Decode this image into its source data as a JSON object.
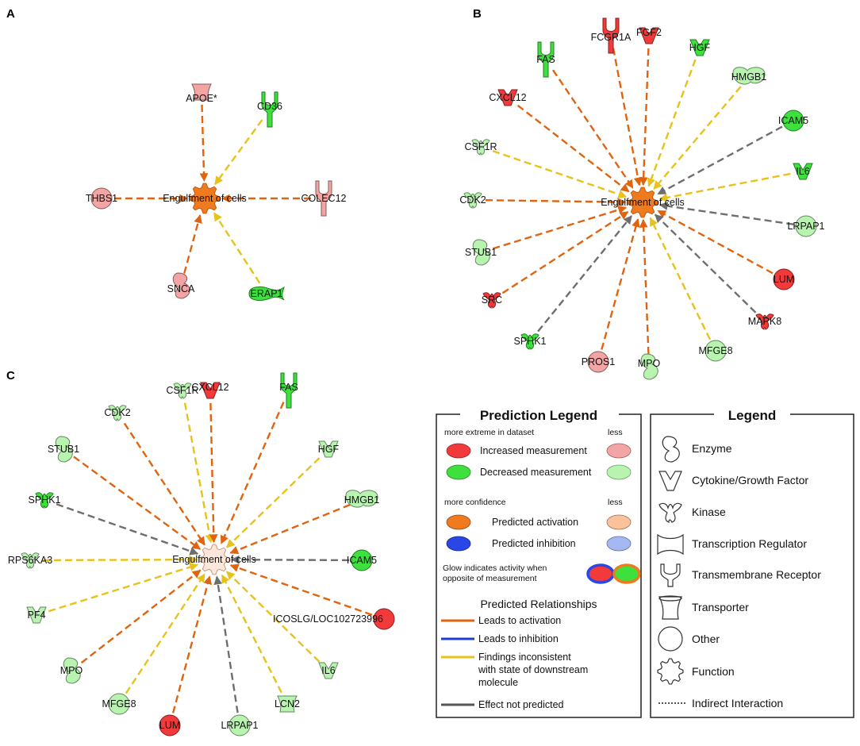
{
  "colors": {
    "orange_edge": "#e0640f",
    "yellow_edge": "#e6c21a",
    "gray_edge": "#6e6e6e",
    "blue_edge": "#1f3ccc",
    "red_strong": "#f23a3a",
    "red_light": "#f3a5a5",
    "green_strong": "#3de03d",
    "green_light": "#b8f3b0",
    "orange_strong": "#f07a1e",
    "orange_light": "#f9c29a",
    "blue_strong": "#2a46e6",
    "blue_light": "#a5b8f2",
    "function_pale": "#fde6da"
  },
  "panels": {
    "A": {
      "letter": "A",
      "function_label": "Engulfment of cells",
      "function_fill": "orange_strong",
      "nodes": [
        {
          "label": "APOE*",
          "shape": "transporter",
          "color": "red_light",
          "edge": "orange_edge"
        },
        {
          "label": "CD36",
          "shape": "receptor",
          "color": "green_strong",
          "edge": "yellow_edge"
        },
        {
          "label": "THBS1",
          "shape": "other",
          "color": "red_light",
          "edge": "orange_edge"
        },
        {
          "label": "COLEC12",
          "shape": "receptor",
          "color": "red_light",
          "edge": "orange_edge"
        },
        {
          "label": "SNCA",
          "shape": "enzyme",
          "color": "red_light",
          "edge": "orange_edge"
        },
        {
          "label": "ERAP1",
          "shape": "peptidase",
          "color": "green_strong",
          "edge": "yellow_edge"
        }
      ]
    },
    "B": {
      "letter": "B",
      "function_label": "Engulfment of cells",
      "function_fill": "orange_strong",
      "nodes": [
        {
          "label": "FCGR1A",
          "shape": "receptor",
          "color": "red_strong",
          "edge": "orange_edge"
        },
        {
          "label": "FGF2",
          "shape": "cytokine",
          "color": "red_strong",
          "edge": "orange_edge"
        },
        {
          "label": "HGF",
          "shape": "cytokine",
          "color": "green_strong",
          "edge": "yellow_edge"
        },
        {
          "label": "HMGB1",
          "shape": "tr",
          "color": "green_light",
          "edge": "yellow_edge"
        },
        {
          "label": "FAS",
          "shape": "receptor",
          "color": "green_strong",
          "edge": "orange_edge"
        },
        {
          "label": "CXCL12",
          "shape": "cytokine",
          "color": "red_strong",
          "edge": "orange_edge"
        },
        {
          "label": "ICAM5",
          "shape": "other",
          "color": "green_strong",
          "edge": "gray_edge"
        },
        {
          "label": "CSF1R",
          "shape": "kinase",
          "color": "green_light",
          "edge": "yellow_edge"
        },
        {
          "label": "IL6",
          "shape": "cytokine",
          "color": "green_strong",
          "edge": "yellow_edge"
        },
        {
          "label": "CDK2",
          "shape": "kinase",
          "color": "green_light",
          "edge": "orange_edge"
        },
        {
          "label": "LRPAP1",
          "shape": "other",
          "color": "green_light",
          "edge": "gray_edge"
        },
        {
          "label": "STUB1",
          "shape": "enzyme",
          "color": "green_light",
          "edge": "orange_edge"
        },
        {
          "label": "LUM",
          "shape": "other",
          "color": "red_strong",
          "edge": "orange_edge"
        },
        {
          "label": "SRC",
          "shape": "kinase",
          "color": "red_strong",
          "edge": "orange_edge"
        },
        {
          "label": "MAPK8",
          "shape": "kinase",
          "color": "red_strong",
          "edge": "gray_edge"
        },
        {
          "label": "SPHK1",
          "shape": "kinase",
          "color": "green_strong",
          "edge": "gray_edge"
        },
        {
          "label": "PROS1",
          "shape": "other",
          "color": "red_light",
          "edge": "orange_edge"
        },
        {
          "label": "MPO",
          "shape": "enzyme",
          "color": "green_light",
          "edge": "orange_edge"
        },
        {
          "label": "MFGE8",
          "shape": "other",
          "color": "green_light",
          "edge": "yellow_edge"
        }
      ]
    },
    "C": {
      "letter": "C",
      "function_label": "Engulfment of cells",
      "function_fill": "function_pale",
      "nodes": [
        {
          "label": "CSF1R",
          "shape": "kinase",
          "color": "green_light",
          "edge": "yellow_edge"
        },
        {
          "label": "CXCL12",
          "shape": "cytokine",
          "color": "red_strong",
          "edge": "orange_edge"
        },
        {
          "label": "FAS",
          "shape": "receptor",
          "color": "green_strong",
          "edge": "orange_edge"
        },
        {
          "label": "CDK2",
          "shape": "kinase",
          "color": "green_light",
          "edge": "orange_edge"
        },
        {
          "label": "HGF",
          "shape": "cytokine",
          "color": "green_light",
          "edge": "yellow_edge"
        },
        {
          "label": "STUB1",
          "shape": "enzyme",
          "color": "green_light",
          "edge": "orange_edge"
        },
        {
          "label": "HMGB1",
          "shape": "tr",
          "color": "green_light",
          "edge": "orange_edge"
        },
        {
          "label": "SPHK1",
          "shape": "kinase",
          "color": "green_strong",
          "edge": "gray_edge"
        },
        {
          "label": "RPS6KA3",
          "shape": "kinase",
          "color": "green_light",
          "edge": "yellow_edge"
        },
        {
          "label": "ICAM5",
          "shape": "other",
          "color": "green_strong",
          "edge": "gray_edge"
        },
        {
          "label": "PF4",
          "shape": "cytokine",
          "color": "green_light",
          "edge": "yellow_edge"
        },
        {
          "label": "ICOSLG/LOC102723996",
          "shape": "other",
          "color": "red_strong",
          "edge": "orange_edge"
        },
        {
          "label": "MPO",
          "shape": "enzyme",
          "color": "green_light",
          "edge": "orange_edge"
        },
        {
          "label": "IL6",
          "shape": "cytokine",
          "color": "green_light",
          "edge": "yellow_edge"
        },
        {
          "label": "MFGE8",
          "shape": "other",
          "color": "green_light",
          "edge": "yellow_edge"
        },
        {
          "label": "LCN2",
          "shape": "transporter",
          "color": "green_light",
          "edge": "yellow_edge"
        },
        {
          "label": "LUM",
          "shape": "other",
          "color": "red_strong",
          "edge": "orange_edge"
        },
        {
          "label": "LRPAP1",
          "shape": "other",
          "color": "green_light",
          "edge": "gray_edge"
        }
      ]
    }
  },
  "prediction_legend": {
    "title": "Prediction Legend",
    "measurement_header": "more extreme in dataset",
    "measurement_less": "less",
    "increased": "Increased measurement",
    "decreased": "Decreased measurement",
    "confidence_header": "more confidence",
    "confidence_less": "less",
    "activation": "Predicted activation",
    "inhibition": "Predicted inhibition",
    "glow_line1": "Glow indicates activity when",
    "glow_line2": "opposite of measurement",
    "relationships_title": "Predicted Relationships",
    "leads_activation": "Leads to activation",
    "leads_inhibition": "Leads to inhibition",
    "inconsistent_line1": "Findings inconsistent",
    "inconsistent_line2": "with state of downstream",
    "inconsistent_line3": "molecule",
    "not_predicted": "Effect not predicted"
  },
  "legend": {
    "title": "Legend",
    "enzyme": "Enzyme",
    "cytokine": "Cytokine/Growth Factor",
    "kinase": "Kinase",
    "transcription": "Transcription Regulator",
    "transmembrane": "Transmembrane Receptor",
    "transporter": "Transporter",
    "other": "Other",
    "function": "Function",
    "indirect": "Indirect Interaction"
  }
}
